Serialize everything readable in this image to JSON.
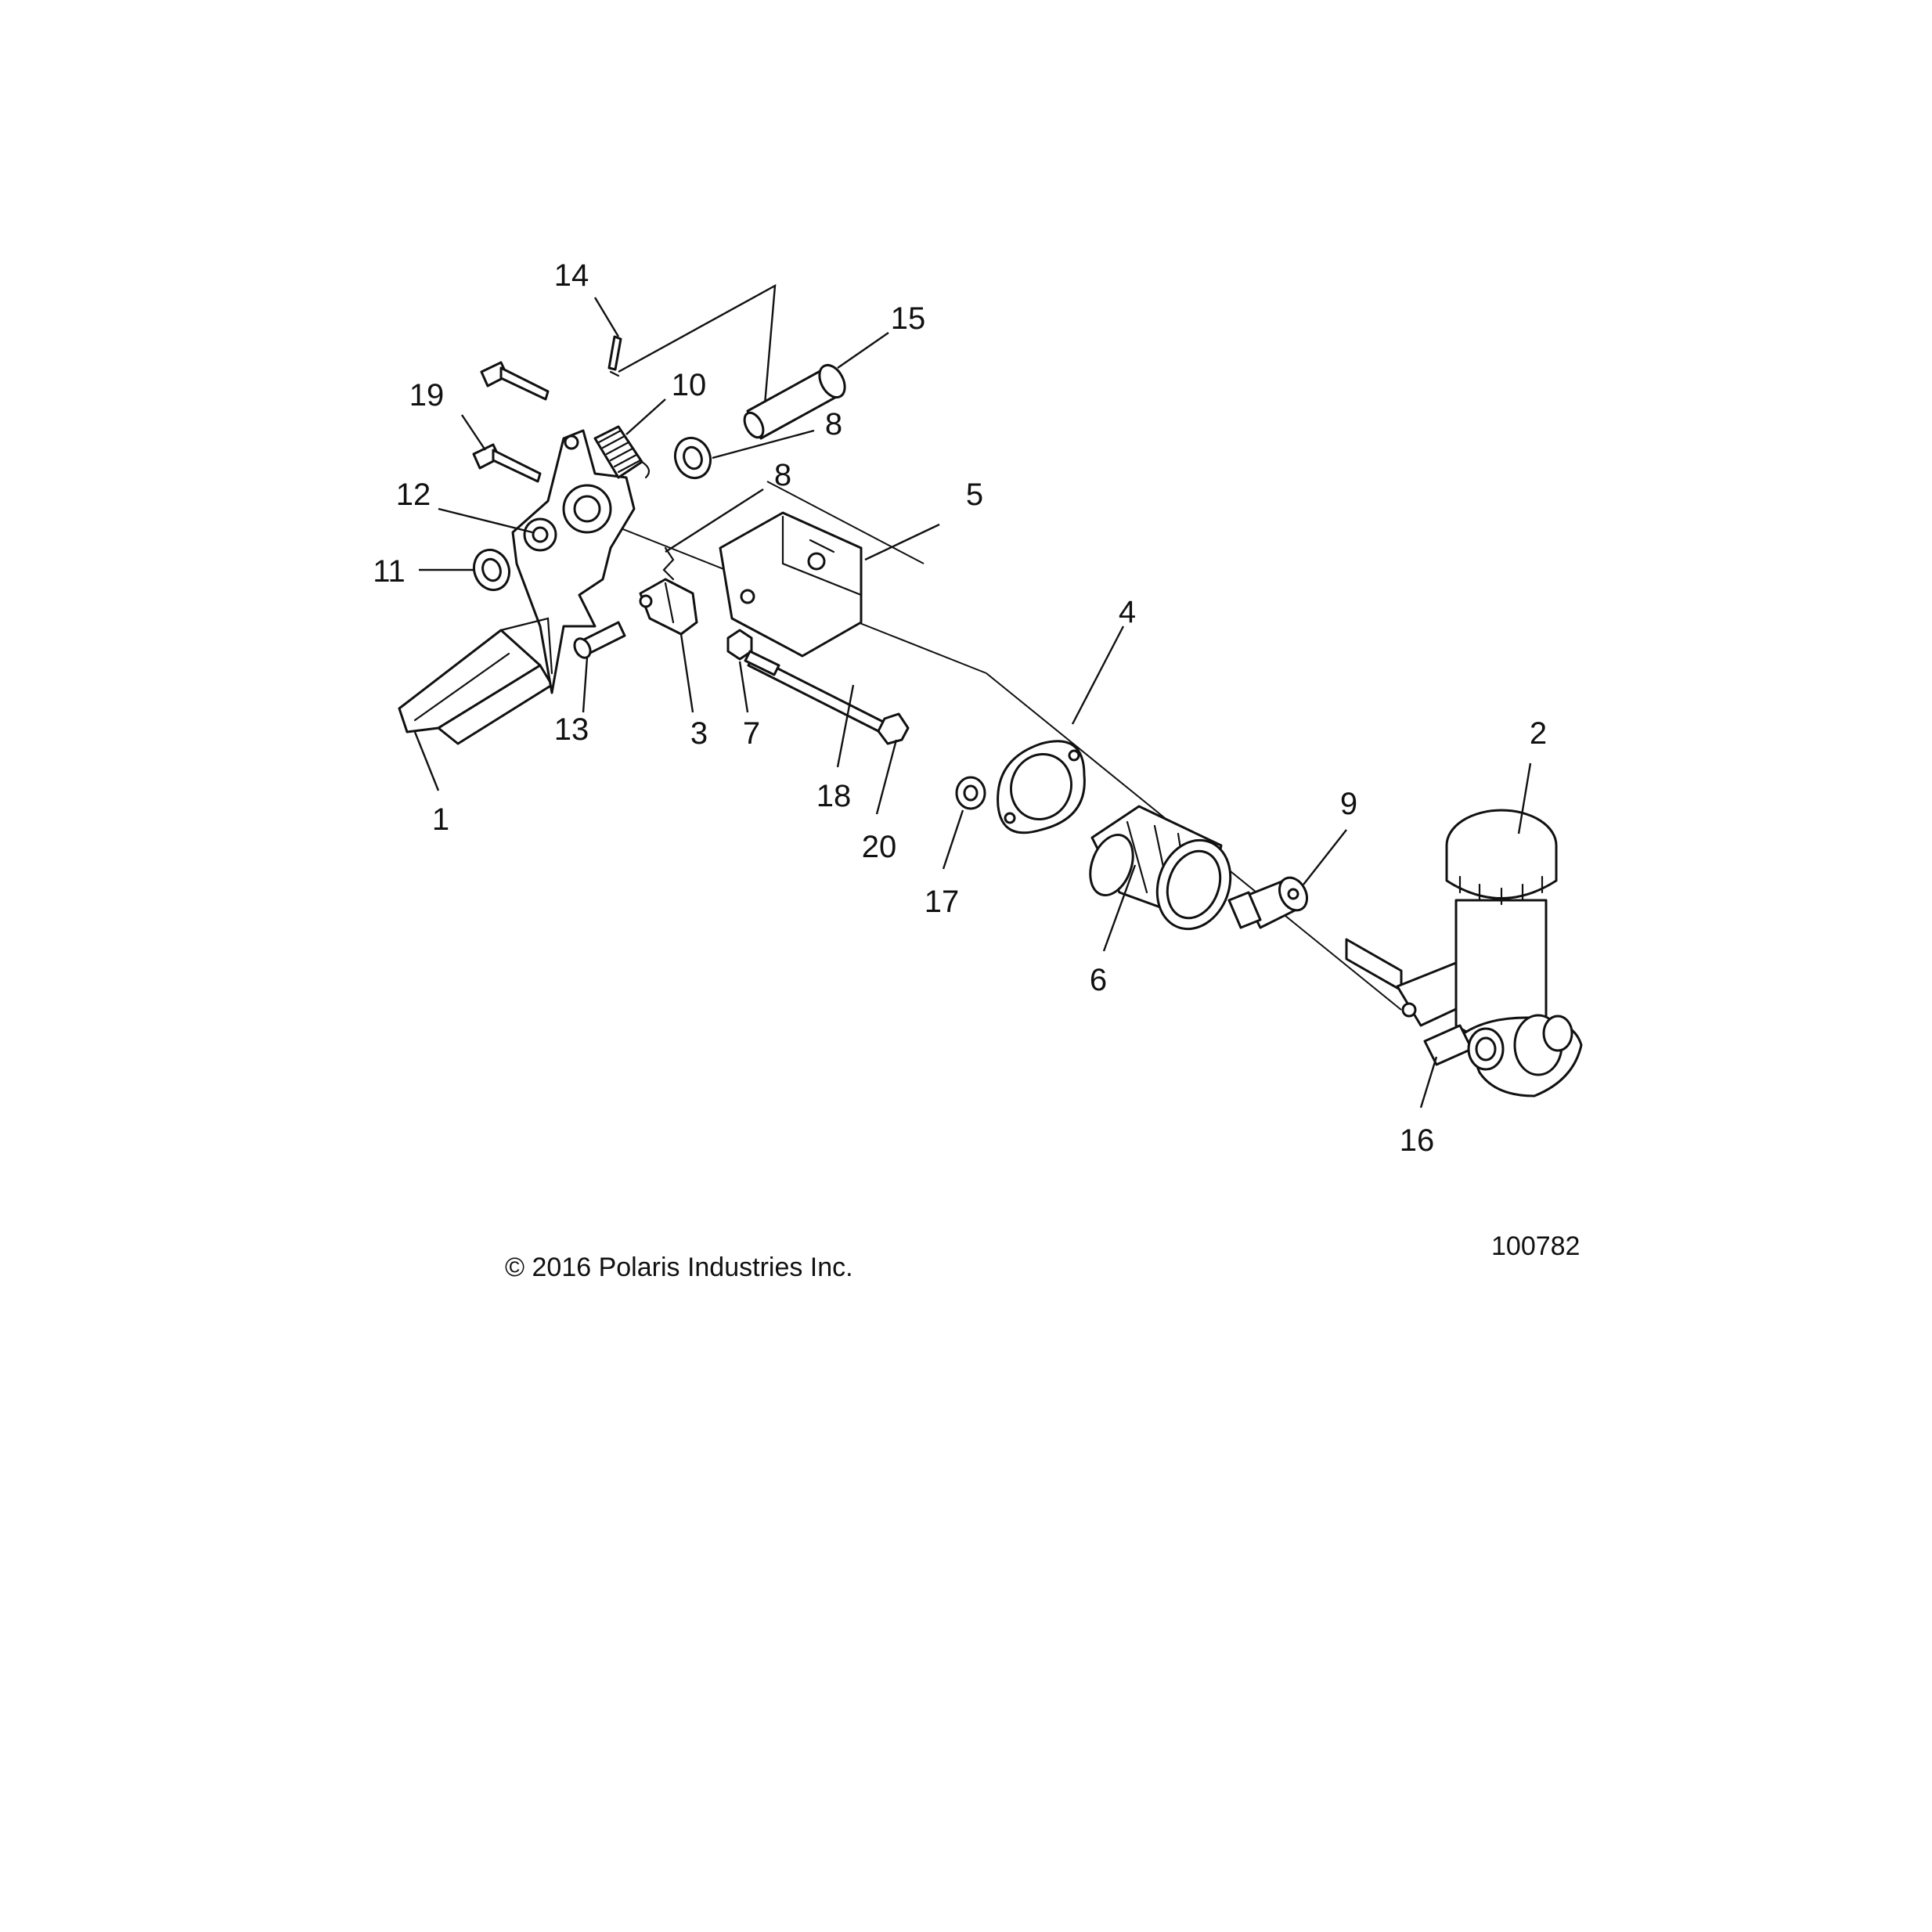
{
  "callouts": [
    {
      "id": "c14",
      "label": "14"
    },
    {
      "id": "c15",
      "label": "15"
    },
    {
      "id": "c19",
      "label": "19"
    },
    {
      "id": "c10",
      "label": "10"
    },
    {
      "id": "c8a",
      "label": "8"
    },
    {
      "id": "c8b",
      "label": "8"
    },
    {
      "id": "c12",
      "label": "12"
    },
    {
      "id": "c5",
      "label": "5"
    },
    {
      "id": "c11",
      "label": "11"
    },
    {
      "id": "c4",
      "label": "4"
    },
    {
      "id": "c13",
      "label": "13"
    },
    {
      "id": "c3",
      "label": "3"
    },
    {
      "id": "c7",
      "label": "7"
    },
    {
      "id": "c2",
      "label": "2"
    },
    {
      "id": "c1",
      "label": "1"
    },
    {
      "id": "c18",
      "label": "18"
    },
    {
      "id": "c9",
      "label": "9"
    },
    {
      "id": "c20",
      "label": "20"
    },
    {
      "id": "c17",
      "label": "17"
    },
    {
      "id": "c6",
      "label": "6"
    },
    {
      "id": "c16",
      "label": "16"
    }
  ],
  "footer": {
    "copyright": "© 2016 Polaris Industries Inc.",
    "drawing_number": "100782"
  }
}
